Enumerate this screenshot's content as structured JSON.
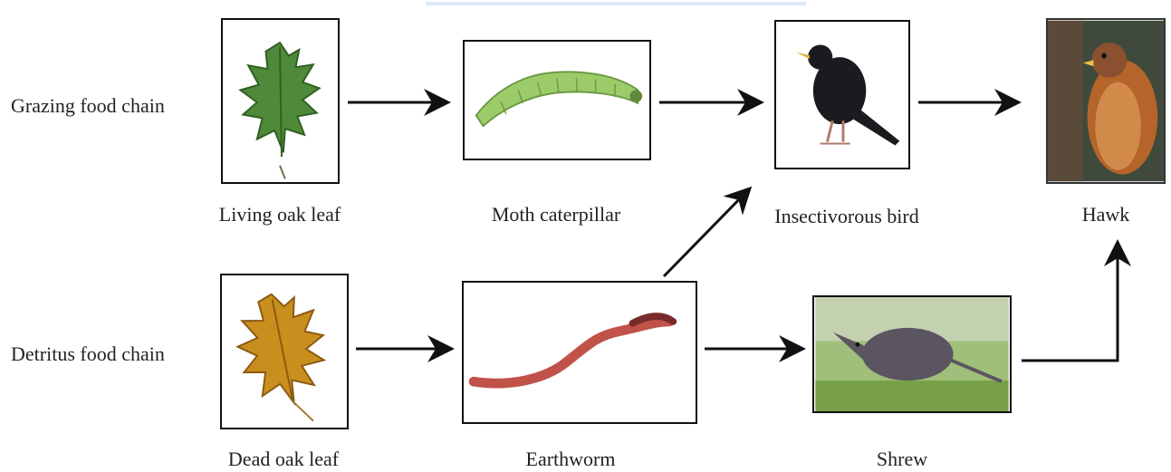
{
  "rows": {
    "grazing": "Grazing food chain",
    "detritus": "Detritus food chain"
  },
  "captions": {
    "living_oak_leaf": "Living oak leaf",
    "moth_caterpillar": "Moth caterpillar",
    "insectivorous_bird": "Insectivorous bird",
    "hawk": "Hawk",
    "dead_oak_leaf": "Dead oak leaf",
    "earthworm": "Earthworm",
    "shrew": "Shrew"
  },
  "colors": {
    "leaf_living": "#4e8a3a",
    "leaf_dead": "#c98f1e",
    "caterpillar": "#9ccb6a",
    "bird": "#1b1b1f",
    "hawk": "#b5652a",
    "earthworm": "#c0524a",
    "shrew": "#5a5560",
    "arrow": "#111111"
  }
}
